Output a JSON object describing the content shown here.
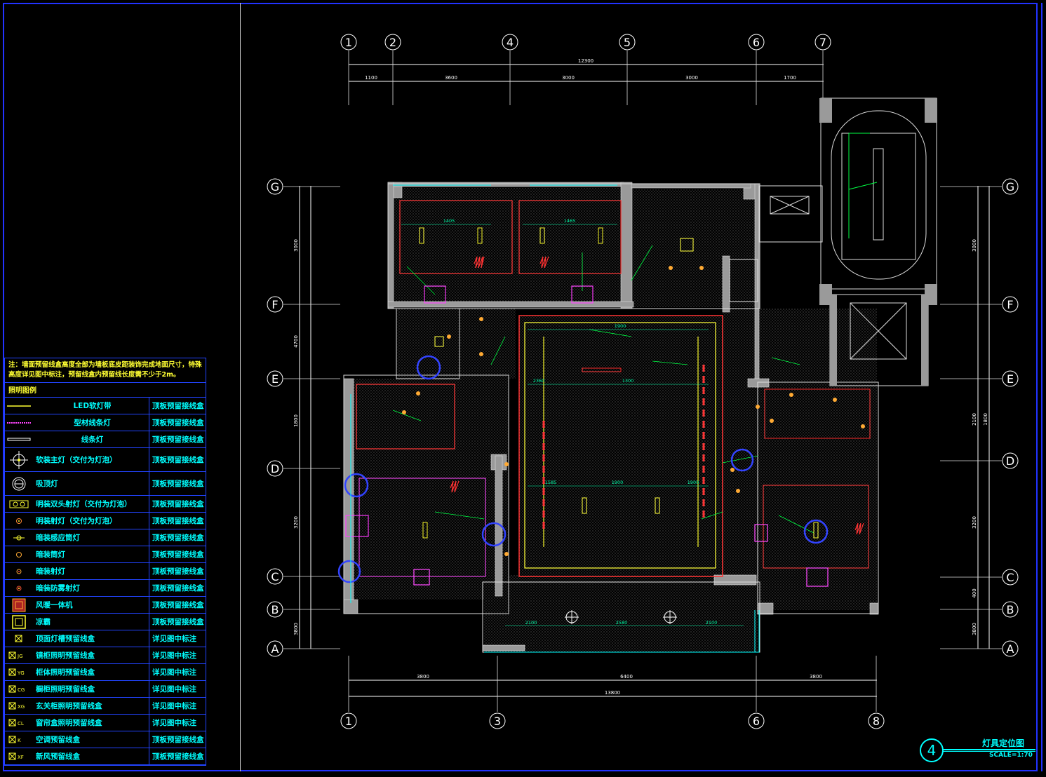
{
  "legend": {
    "note": "注：墙面预留线盒高度全部为墙板底皮距装饰完成地面尺寸，特殊高度详见图中标注，预留线盒内预留线长度需不少于2m。",
    "heading": "照明图例",
    "rows": [
      {
        "name": "LED软灯带",
        "note": "顶板预留接线盒",
        "icon": "led-strip-icon"
      },
      {
        "name": "型材线条灯",
        "note": "顶板预留接线盒",
        "icon": "profile-line-light-icon"
      },
      {
        "name": "线条灯",
        "note": "顶板预留接线盒",
        "icon": "line-light-icon"
      },
      {
        "name": "软装主灯（交付为灯泡）",
        "note": "顶板预留接线盒",
        "icon": "pendant-main-light-icon"
      },
      {
        "name": "吸顶灯",
        "note": "顶板预留接线盒",
        "icon": "ceiling-light-icon"
      },
      {
        "name": "明装双头射灯（交付为灯泡）",
        "note": "顶板预留接线盒",
        "icon": "double-spotlight-icon"
      },
      {
        "name": "明装射灯（交付为灯泡）",
        "note": "顶板预留接线盒",
        "icon": "surface-spotlight-icon"
      },
      {
        "name": "暗装感应筒灯",
        "note": "顶板预留接线盒",
        "icon": "sensor-downlight-icon"
      },
      {
        "name": "暗装筒灯",
        "note": "顶板预留接线盒",
        "icon": "recessed-downlight-icon"
      },
      {
        "name": "暗装射灯",
        "note": "顶板预留接线盒",
        "icon": "recessed-spotlight-icon"
      },
      {
        "name": "暗装防雾射灯",
        "note": "顶板预留接线盒",
        "icon": "antifog-spotlight-icon"
      },
      {
        "name": "风暖一体机",
        "note": "顶板预留接线盒",
        "icon": "bath-heater-icon"
      },
      {
        "name": "凉霸",
        "note": "顶板预留接线盒",
        "icon": "cooling-fan-icon"
      },
      {
        "name": "顶面灯槽预留线盒",
        "note": "详见图中标注",
        "icon": "junction-box-icon"
      },
      {
        "name": "镜柜照明预留线盒",
        "note": "详见图中标注",
        "icon": "junction-box-jg-icon"
      },
      {
        "name": "柜体照明预留线盒",
        "note": "详见图中标注",
        "icon": "junction-box-yg-icon"
      },
      {
        "name": "橱柜照明预留线盒",
        "note": "详见图中标注",
        "icon": "junction-box-cg-icon"
      },
      {
        "name": "玄关柜照明预留线盒",
        "note": "详见图中标注",
        "icon": "junction-box-xg-icon"
      },
      {
        "name": "窗帘盒照明预留线盒",
        "note": "详见图中标注",
        "icon": "junction-box-cl-icon"
      },
      {
        "name": "空调预留线盒",
        "note": "顶板预留接线盒",
        "icon": "junction-box-k-icon"
      },
      {
        "name": "新风预留线盒",
        "note": "顶板预留接线盒",
        "icon": "junction-box-xf-icon"
      }
    ]
  },
  "grid": {
    "top_axes": [
      "1",
      "2",
      "4",
      "5",
      "6",
      "7"
    ],
    "bottom_axes": [
      "1",
      "3",
      "6",
      "8"
    ],
    "rows": [
      "G",
      "F",
      "E",
      "D",
      "C",
      "B",
      "A"
    ]
  },
  "dimensions": {
    "top_total": "12300",
    "top_segments": [
      "1100",
      "3600",
      "3000",
      "3000",
      "1700"
    ],
    "bottom_total": "13800",
    "bottom_segments": [
      "3800",
      "6400",
      "3800"
    ],
    "left_segments": [
      "3000",
      "4700",
      "1800",
      "3200",
      "3800"
    ],
    "right_segments": [
      "3000",
      "2100",
      "1800",
      "3200",
      "400",
      "3800"
    ],
    "inner": [
      "2360",
      "1300",
      "1585",
      "1900",
      "1900",
      "1405",
      "1465",
      "2100",
      "2580",
      "2100",
      "1900"
    ]
  },
  "title": {
    "sheet_number": "4",
    "name": "灯具定位图",
    "scale": "SCALE=1:70"
  },
  "colors": {
    "background": "#000000",
    "frame": "#2233ff",
    "axis": "#ffffff",
    "wall": "#aaaaaa",
    "legend_text": "#00ffff",
    "note_text": "#ffff33"
  }
}
